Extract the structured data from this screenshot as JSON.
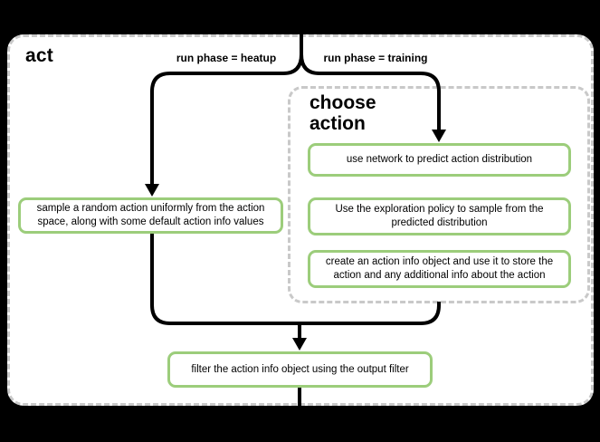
{
  "diagram": {
    "title": "act",
    "branch_labels": {
      "left": "run phase = heatup",
      "right": "run phase = training"
    },
    "heatup_node": "sample a random action uniformly from the action space, along with some default action info values",
    "group": {
      "title": "choose action",
      "steps": [
        "use network to predict action distribution",
        "Use the exploration policy to sample from the predicted distribution",
        "create an action info object and use it to store the action and any additional info about the action"
      ]
    },
    "merge_node": "filter the action info object using the output filter",
    "colors": {
      "background": "#000000",
      "node_border": "#9ccd7b",
      "node_fill": "#ffffff",
      "dashed_border": "#c9c9c9",
      "line": "#000000",
      "text": "#000000"
    }
  }
}
